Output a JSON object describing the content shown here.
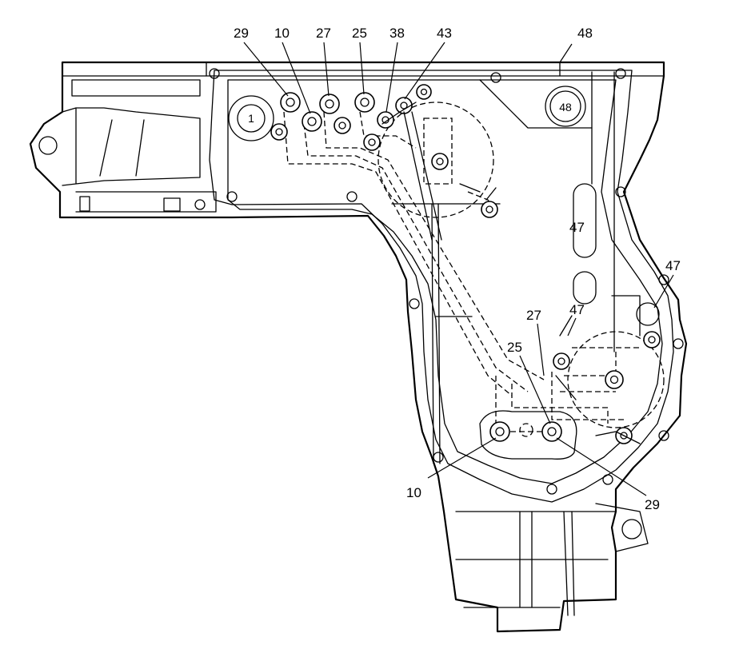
{
  "diagram": {
    "callouts": {
      "top_29": "29",
      "top_10": "10",
      "top_27": "27",
      "top_25": "25",
      "top_38": "38",
      "top_43": "43",
      "top_48": "48",
      "circle_1": "1",
      "circle_48": "48",
      "oval_47": "47",
      "right_47": "47",
      "mid_47": "47",
      "mid_27": "27",
      "mid_25": "25",
      "bottom_10": "10",
      "bottom_29": "29"
    }
  }
}
